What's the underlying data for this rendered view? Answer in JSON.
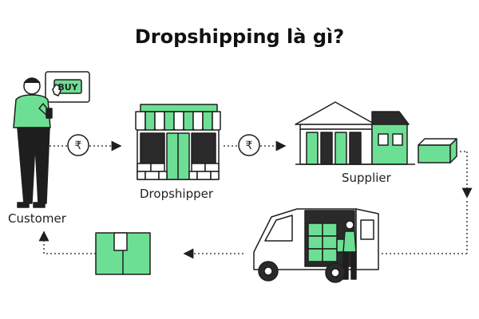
{
  "title": "Dropshipping là gì?",
  "nodes": {
    "customer": "Customer",
    "dropshipper": "Dropshipper",
    "supplier": "Supplier"
  },
  "badges": {
    "buy": "BUY",
    "currency_1": "₹",
    "currency_2": "₹"
  },
  "colors": {
    "accent_green": "#6ddf94",
    "stroke": "#1e1e1e"
  }
}
